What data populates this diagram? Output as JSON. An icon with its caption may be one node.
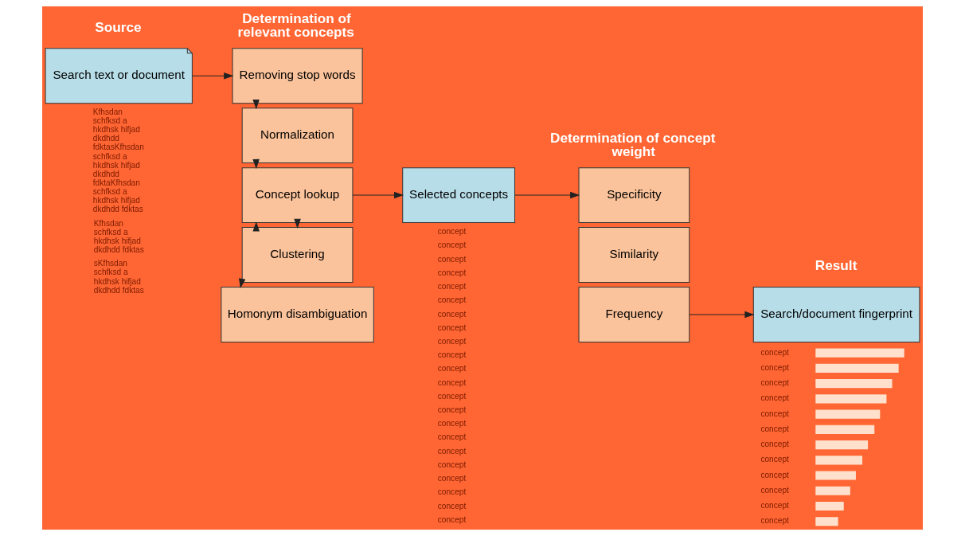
{
  "diagram": {
    "nodes": [
      {
        "text": [
          "Search text or document"
        ]
      },
      {
        "text": [
          "Removing stop words"
        ]
      },
      {
        "text": [
          "Normalization"
        ]
      },
      {
        "text": [
          "Concept lookup"
        ]
      },
      {
        "text": [
          "Clustering"
        ]
      },
      {
        "text": [
          "Homonym disambiguation"
        ]
      },
      {
        "text": [
          "Selected concepts"
        ]
      },
      {
        "text": [
          "Specificity"
        ]
      },
      {
        "text": [
          "Similarity"
        ]
      },
      {
        "text": [
          "Frequency"
        ]
      },
      {
        "text": [
          "Search/document fingerprint"
        ]
      }
    ],
    "edges": [
      {
        "from": 0,
        "to": 1,
        "arrow": "to"
      },
      {
        "from": 1,
        "to": 2,
        "arrow": "to"
      },
      {
        "from": 2,
        "to": 3,
        "arrow": "to"
      },
      {
        "from": 3,
        "to": 4,
        "arrow": "to"
      },
      {
        "from": 4,
        "to": 5,
        "arrow": "to"
      },
      {
        "from": 4,
        "to": 3,
        "arrow": "to"
      },
      {
        "from": 3,
        "to": 6,
        "arrow": "to"
      },
      {
        "from": 6,
        "to": 7,
        "arrow": "to"
      },
      {
        "from": 9,
        "to": 10,
        "arrow": "to"
      }
    ],
    "labels": [
      "Source",
      "Determination of relevant concepts",
      "Determination of concept weight",
      "Result",
      "Kfhsdan schfksd a hkdhsk hifjad dkdhdd fdktasKfhsdan schfksd a hkdhsk hifjad dkdhdd fdktaKfhsdan schfksd a hkdhsk hifjad dkdhdd fdktas",
      "Kfhsdan schfksd a hkdhsk hifjad dkdhdd fdktas",
      "sKfhsdan schfksd a hkdhsk hifjad dkdhdd fdktas",
      "concept",
      "concept",
      "concept",
      "concept",
      "concept",
      "concept",
      "concept",
      "concept",
      "concept",
      "concept",
      "concept",
      "concept",
      "concept",
      "concept",
      "concept",
      "concept",
      "concept",
      "concept",
      "concept",
      "concept",
      "concept",
      "concept",
      "concept",
      "concept",
      "concept",
      "concept",
      "concept",
      "concept",
      "concept",
      "concept",
      "concept",
      "concept",
      "concept",
      "concept"
    ]
  }
}
